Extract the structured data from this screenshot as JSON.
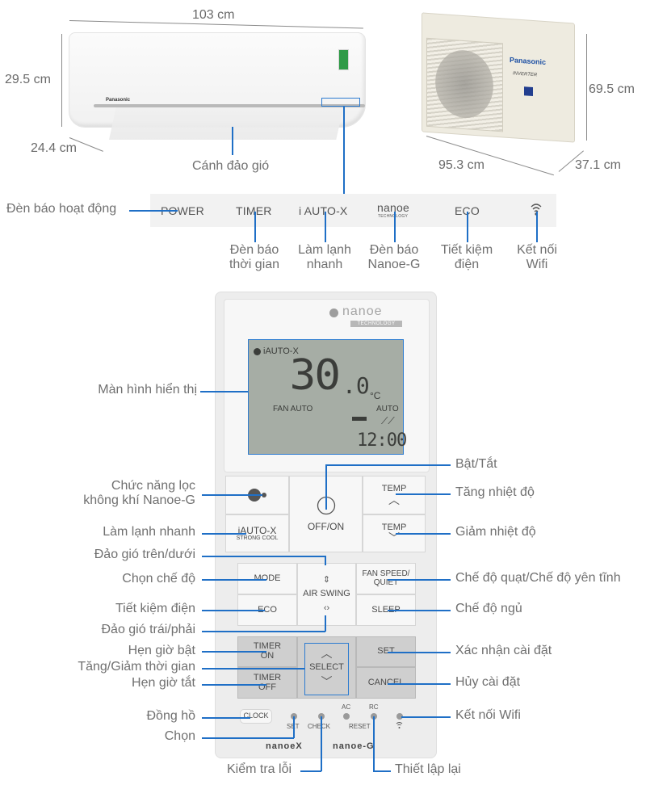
{
  "indoor_unit": {
    "width": "103 cm",
    "height": "29.5 cm",
    "depth": "24.4 cm",
    "brand": "Panasonic",
    "vane_label": "Cánh đảo gió"
  },
  "outdoor_unit": {
    "height": "69.5 cm",
    "width": "95.3 cm",
    "depth": "37.1 cm",
    "brand": "Panasonic",
    "badge": "INVERTER"
  },
  "indicator_panel": {
    "items": [
      "POWER",
      "TIMER",
      "i AUTO-X",
      "nanoe",
      "ECO",
      "wifi-icon"
    ],
    "nanoe_sub": "TECHNOLOGY",
    "left_label": "Đèn báo hoạt động",
    "bottom_labels": [
      {
        "line1": "Đèn báo",
        "line2": "thời gian"
      },
      {
        "line1": "Làm lạnh",
        "line2": "nhanh"
      },
      {
        "line1": "Đèn báo",
        "line2": "Nanoe-G"
      },
      {
        "line1": "Tiết kiệm",
        "line2": "điện"
      },
      {
        "line1": "Kết nối",
        "line2": "Wifi"
      }
    ]
  },
  "remote": {
    "logo": "nanoe",
    "logo_sub": "TECHNOLOGY",
    "display": {
      "mode": "iAUTO-X",
      "temperature": "30",
      "decimal": ".0",
      "unit": "°C",
      "fan": "FAN AUTO",
      "swing": "AUTO",
      "time": "12:00"
    },
    "buttons": {
      "off_on": "OFF/ON",
      "temp_up": "TEMP",
      "temp_down": "TEMP",
      "iauto_x": "iAUTO-X",
      "iauto_x_sub": "STRONG COOL",
      "mode": "MODE",
      "eco": "ECO",
      "air_swing": "AIR SWING",
      "fan_speed": "FAN SPEED/",
      "fan_speed_sub": "QUIET",
      "sleep": "SLEEP",
      "timer_on": "TIMER",
      "timer_on_sub": "ON",
      "timer_off": "TIMER",
      "timer_off_sub": "OFF",
      "select": "SELECT",
      "set": "SET",
      "cancel": "CANCEL",
      "clock": "CLOCK"
    },
    "small_labels": {
      "set": "SET",
      "check": "CHECK",
      "ac": "AC",
      "rc": "RC",
      "reset": "RESET"
    },
    "footer_logos": [
      "nanoeX",
      "nanoe-G"
    ]
  },
  "callouts_left": {
    "display": "Màn hình hiển thị",
    "nanoe_line1": "Chức năng lọc",
    "nanoe_line2": "không khí Nanoe-G",
    "quick_cool": "Làm lạnh nhanh",
    "swing_vertical": "Đảo gió trên/dưới",
    "mode": "Chọn chế độ",
    "eco": "Tiết kiệm điện",
    "swing_horizontal": "Đảo gió trái/phải",
    "timer_on": "Hẹn giờ bật",
    "select_time": "Tăng/Giảm thời gian",
    "timer_off": "Hẹn giờ tắt",
    "clock": "Đồng hồ",
    "set": "Chọn"
  },
  "callouts_right": {
    "power": "Bật/Tắt",
    "temp_up": "Tăng nhiệt độ",
    "temp_down": "Giảm nhiệt độ",
    "fan_speed": "Chế độ quạt/Chế độ yên tĩnh",
    "sleep": "Chế độ ngủ",
    "set": "Xác nhận cài đặt",
    "cancel": "Hủy cài đặt",
    "wifi": "Kết nối Wifi"
  },
  "callouts_bottom": {
    "check": "Kiểm tra lỗi",
    "reset": "Thiết lập lại"
  },
  "colors": {
    "callout_line": "#1f6fc6",
    "label_text": "#707070",
    "lcd_bg": "#a6ada5"
  }
}
